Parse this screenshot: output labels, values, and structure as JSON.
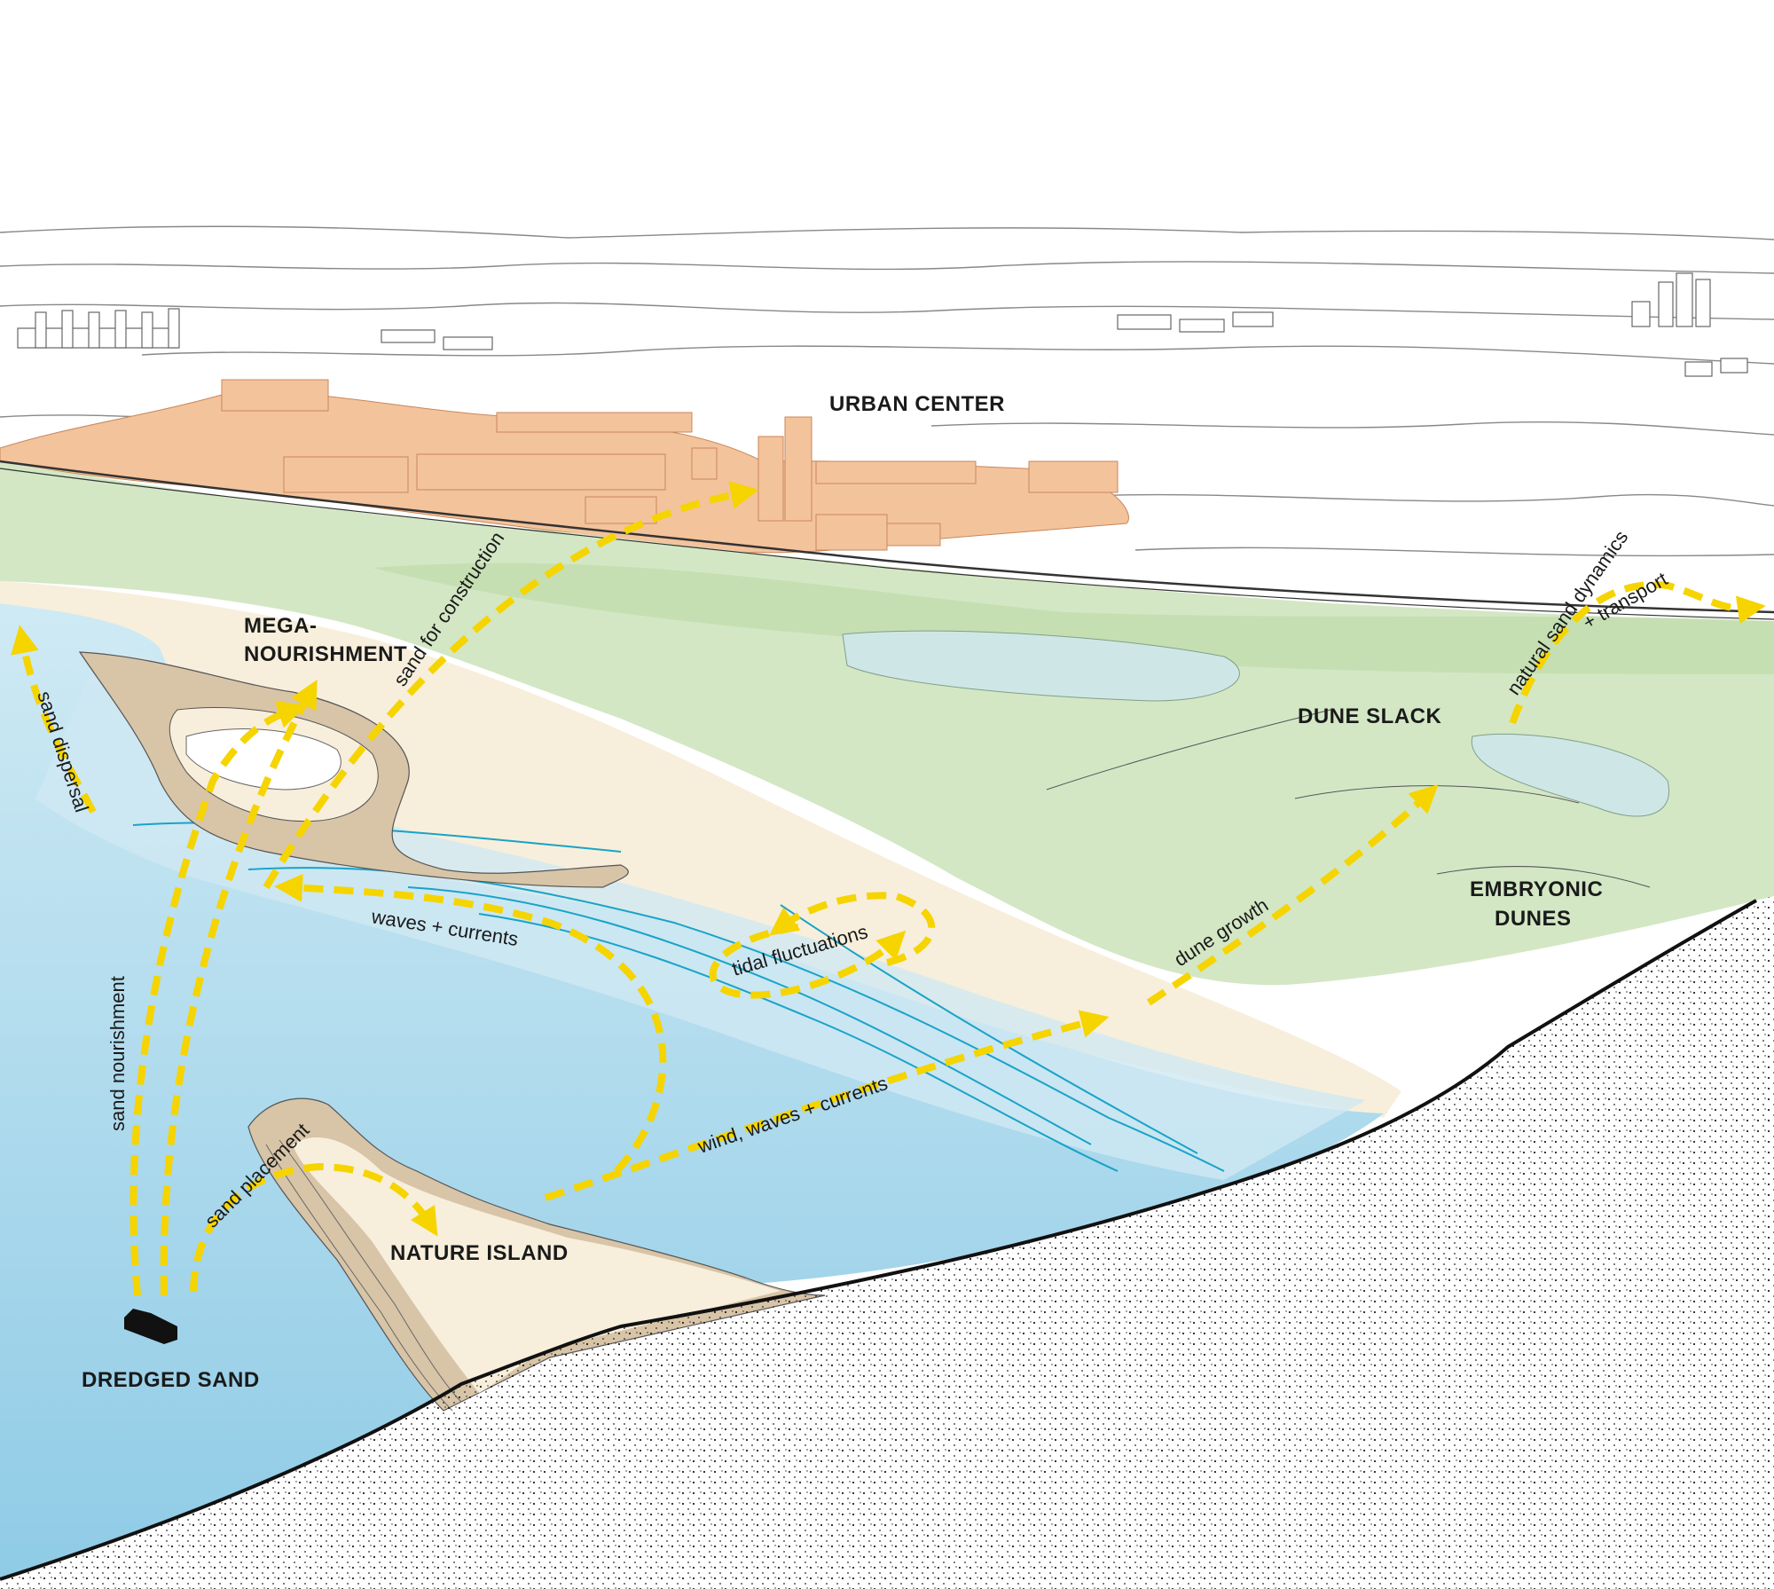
{
  "diagram": {
    "zones": {
      "urban_center": "URBAN CENTER",
      "mega_line1": "MEGA-",
      "mega_line2": "NOURISHMENT",
      "dune_slack": "DUNE SLACK",
      "embryonic_line1": "EMBRYONIC",
      "embryonic_line2": "DUNES",
      "nature_island": "NATURE ISLAND",
      "dredged_sand": "DREDGED SAND"
    },
    "flows": {
      "sand_for_construction": "sand for construction",
      "natural_sand_line1": "natural sand dynamics",
      "natural_sand_line2": "+ transport",
      "sand_dispersal": "sand dispersal",
      "waves_currents": "waves + currents",
      "tidal_fluctuations": "tidal fluctuations",
      "dune_growth": "dune growth",
      "wind_waves_currents": "wind, waves + currents",
      "sand_nourishment": "sand nourishment",
      "sand_placement": "sand placement"
    },
    "colors": {
      "arrow": "#f5d400",
      "sea": "#b9e0ef",
      "sea_deep": "#8dcbe6",
      "sand": "#f7eedb",
      "sand_dark": "#d7c3a6",
      "dune_green": "#d2e6c4",
      "urban": "#f3c39c"
    }
  }
}
